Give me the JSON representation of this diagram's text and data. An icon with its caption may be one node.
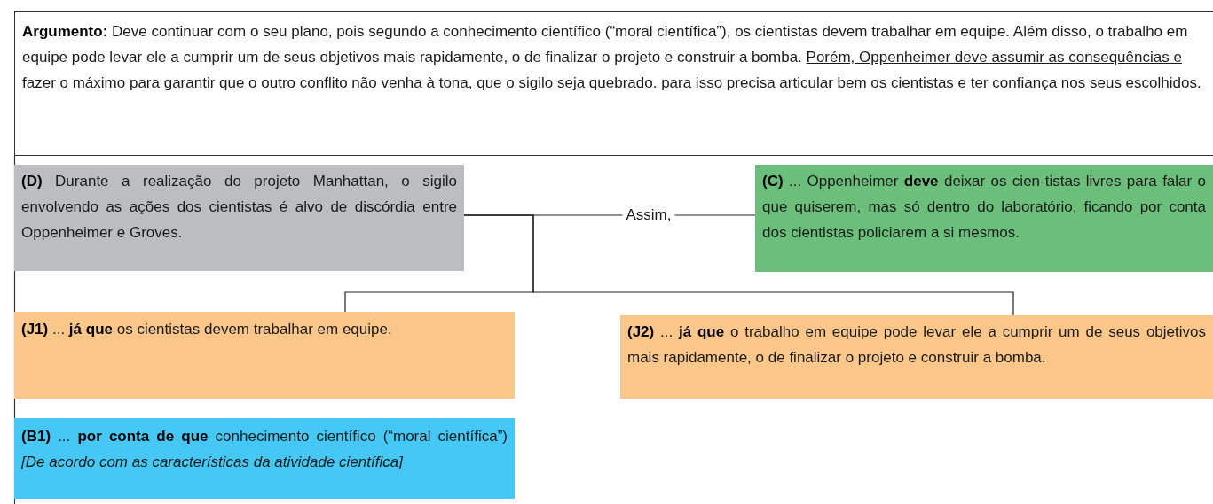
{
  "diagram": {
    "nodes": [
      {
        "text": [
          "**Argumento:** Deve continuar com o seu plano, pois segundo a conhecimento científico (“moral científica”), os cientistas devem trabalhar em equipe. Além disso, o trabalho em equipe pode levar ele a cumprir um de seus objetivos mais rapidamente, o de finalizar o projeto e construir a bomba.",
          "Porém, Oppenheimer deve assumir as consequências e fazer o máximo para garantir que o outro conflito não venha à tona, que o sigilo seja quebrado. para isso precisa articular bem os cientistas e ter confiança nos seus escolhidos."
        ]
      },
      {
        "text": [
          "**(D)** Durante a realização do projeto Manhattan, o sigilo envolvendo as ações dos cientistas é alvo de discórdia entre Oppenheimer e Groves."
        ]
      },
      {
        "text": [
          "**(C)** ... Oppenheimer **deve** deixar os cien-tistas livres para falar o que quiserem, mas só dentro do laboratório, ficando por conta dos cientistas policiarem a si mesmos."
        ]
      },
      {
        "text": [
          "**(J1)** ... **já que** os cientistas devem trabalhar em equipe."
        ]
      },
      {
        "text": [
          "**(J2)** ... **já que** o trabalho em equipe pode levar ele a cumprir um de seus objetivos mais rapidamente, o de finalizar o projeto e construir a bomba."
        ]
      },
      {
        "text": [
          "**(B1)** ... **por conta de que** conhecimento científico (“moral científica”) *[De acordo com as características da atividade científica]*"
        ]
      }
    ],
    "edges": [
      {
        "from": 1,
        "to": 2,
        "arrow": "none",
        "label": "Assim,"
      },
      {
        "from": 1,
        "to": 3,
        "arrow": "none"
      },
      {
        "from": 1,
        "to": 4,
        "arrow": "none"
      }
    ]
  }
}
